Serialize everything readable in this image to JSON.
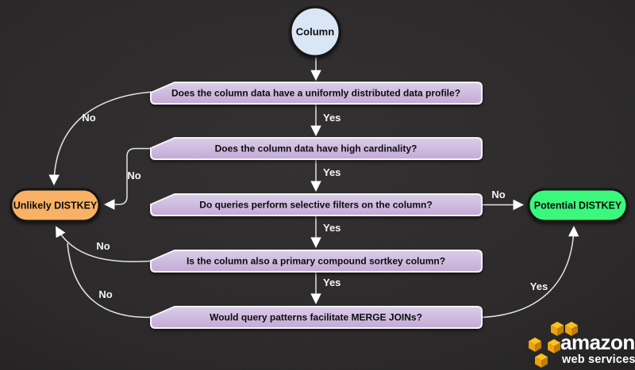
{
  "diagram": {
    "start": {
      "label": "Column"
    },
    "decisions": [
      {
        "id": "q1",
        "label": "Does the column data have a uniformly distributed data profile?"
      },
      {
        "id": "q2",
        "label": "Does the column data have high cardinality?"
      },
      {
        "id": "q3",
        "label": "Do queries perform selective filters on the column?"
      },
      {
        "id": "q4",
        "label": "Is the column also a primary compound sortkey column?"
      },
      {
        "id": "q5",
        "label": "Would query patterns facilitate MERGE JOINs?"
      }
    ],
    "terminals": {
      "unlikely": {
        "label": "Unlikely DISTKEY",
        "fill": "#f9b165"
      },
      "potential": {
        "label": "Potential DISTKEY",
        "fill": "#3bf87d"
      }
    },
    "edges": [
      {
        "from": "start",
        "to": "q1",
        "label": ""
      },
      {
        "from": "q1",
        "to": "q2",
        "label": "Yes"
      },
      {
        "from": "q1",
        "to": "unlikely",
        "label": "No"
      },
      {
        "from": "q2",
        "to": "q3",
        "label": "Yes"
      },
      {
        "from": "q2",
        "to": "unlikely",
        "label": "No"
      },
      {
        "from": "q3",
        "to": "q4",
        "label": "Yes"
      },
      {
        "from": "q3",
        "to": "potential",
        "label": "No"
      },
      {
        "from": "q4",
        "to": "q5",
        "label": "Yes"
      },
      {
        "from": "q4",
        "to": "unlikely",
        "label": "No"
      },
      {
        "from": "q5",
        "to": "potential",
        "label": "Yes"
      },
      {
        "from": "q5",
        "to": "unlikely",
        "label": "No"
      }
    ],
    "colors": {
      "background": "#312f30",
      "decision_fill": "#c9b3da",
      "decision_stroke": "#f5f3f7",
      "start_fill": "#d8e6f5",
      "unlikely_fill": "#f9b165",
      "potential_fill": "#3bf87d",
      "line": "#e4e4e4",
      "cube_gold": "#eda30e"
    },
    "logo": {
      "brand": "amazon",
      "sub": "web services™"
    }
  }
}
